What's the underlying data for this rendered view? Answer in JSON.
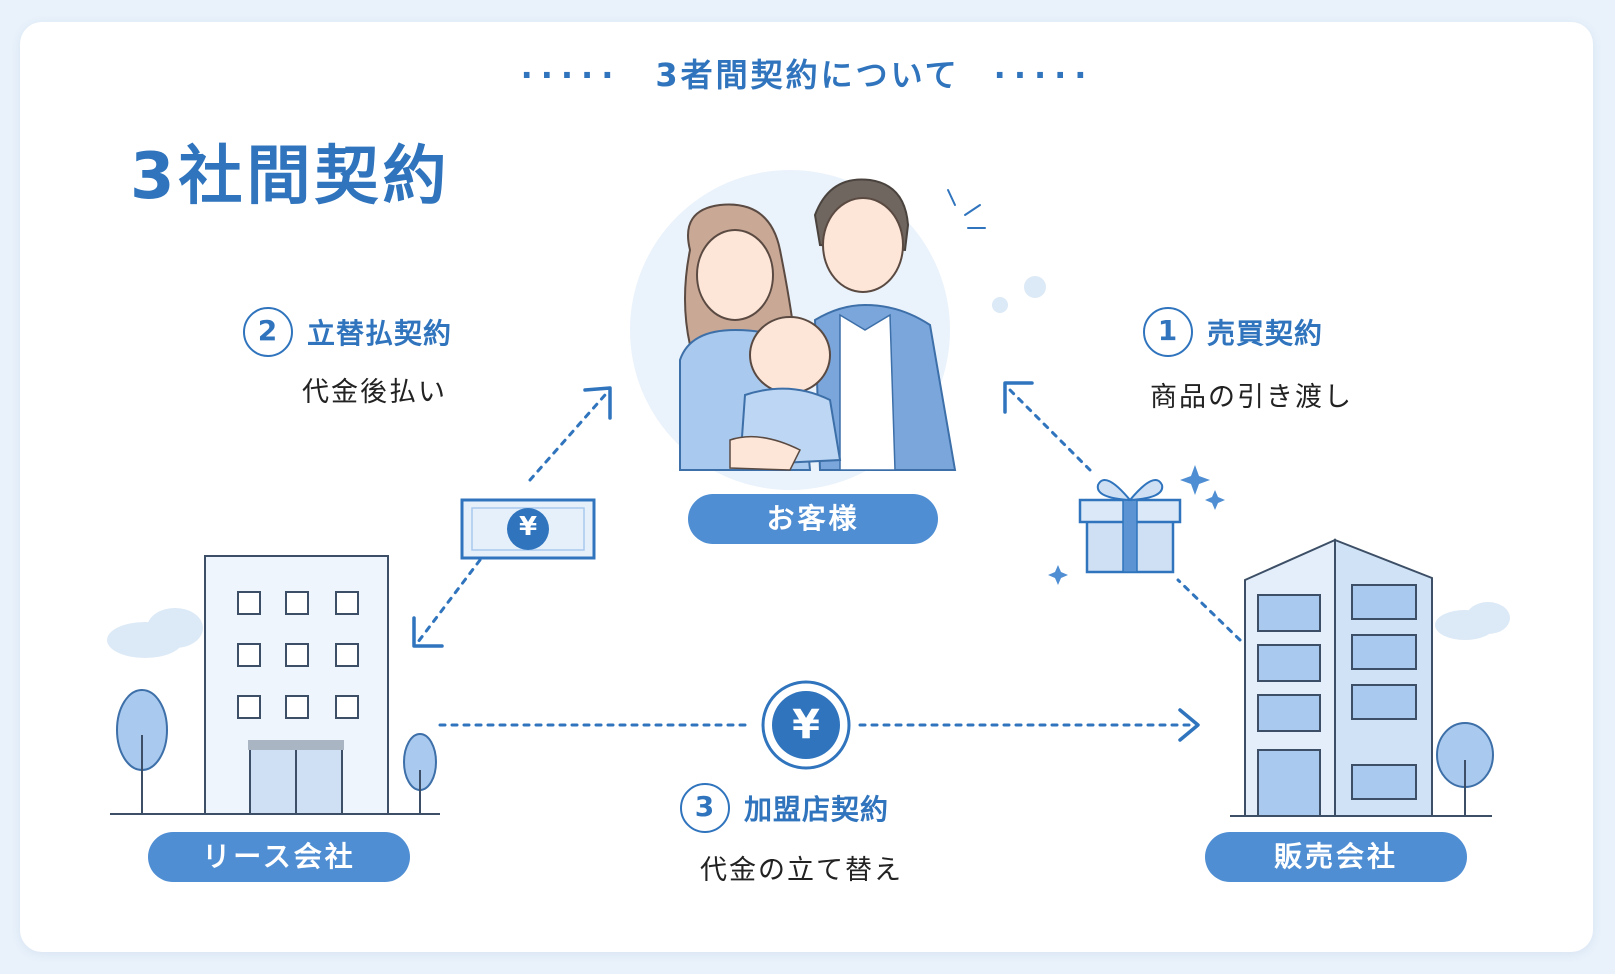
{
  "header": {
    "dots_left": "·····",
    "subtitle": "3者間契約について",
    "dots_right": "·····"
  },
  "title": "3社間契約",
  "contracts": [
    {
      "number": "1",
      "label": "売買契約",
      "description": "商品の引き渡し"
    },
    {
      "number": "2",
      "label": "立替払契約",
      "description": "代金後払い"
    },
    {
      "number": "3",
      "label": "加盟店契約",
      "description": "代金の立て替え"
    }
  ],
  "parties": {
    "customer": "お客様",
    "lease_company": "リース会社",
    "sales_company": "販売会社"
  },
  "icons": {
    "yen_bill": "¥",
    "yen_coin": "¥"
  },
  "colors": {
    "accent": "#2f74bd",
    "pill": "#4f8ed3",
    "building": "#d6e6f7",
    "background": "#e9f2fb"
  }
}
